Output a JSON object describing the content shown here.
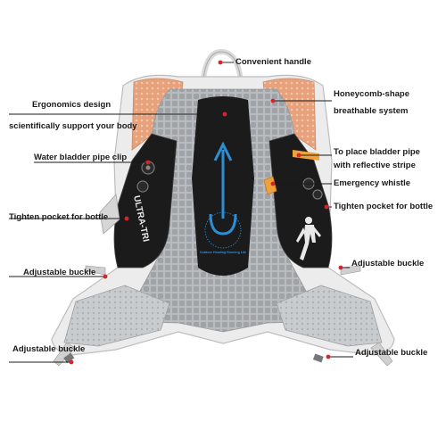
{
  "labels": {
    "convenient_handle": "Convenient handle",
    "ergonomics_design": "Ergonomics design",
    "scientifically_support": "scientifically support your body",
    "honeycomb_shape": "Honeycomb-shape",
    "breathable_system": "breathable system",
    "water_bladder_pipe_clip": "Water bladder pipe clip",
    "to_place_bladder_pipe": "To place bladder pipe",
    "with_reflective_stripe": "with reflective stripe",
    "emergency_whistle": "Emergency whistle",
    "tighten_pocket_left": "Tighten pocket for bottle",
    "tighten_pocket_right": "Tighten pocket for bottle",
    "adjustable_buckle_mid_left": "Adjustable buckle",
    "adjustable_buckle_mid_right": "Adjustable buckle",
    "adjustable_buckle_bottom_left": "Adjustable buckle",
    "adjustable_buckle_bottom_right": "Adjustable buckle"
  },
  "product_marks": {
    "strap_print": "ULTRA-TRI",
    "logo_ring_text": "Outdoor Heading Running Life"
  },
  "colors": {
    "callout_line": "#1a1a1a",
    "callout_dot": "#d6242a",
    "mesh_gray": "#b9bcbf",
    "frame_white": "#eeeeee",
    "orange_mesh": "#e7a17b",
    "black_panel": "#1b1b1b",
    "logo_blue": "#2c8fd4",
    "reflective_orange": "#f0a23a"
  }
}
